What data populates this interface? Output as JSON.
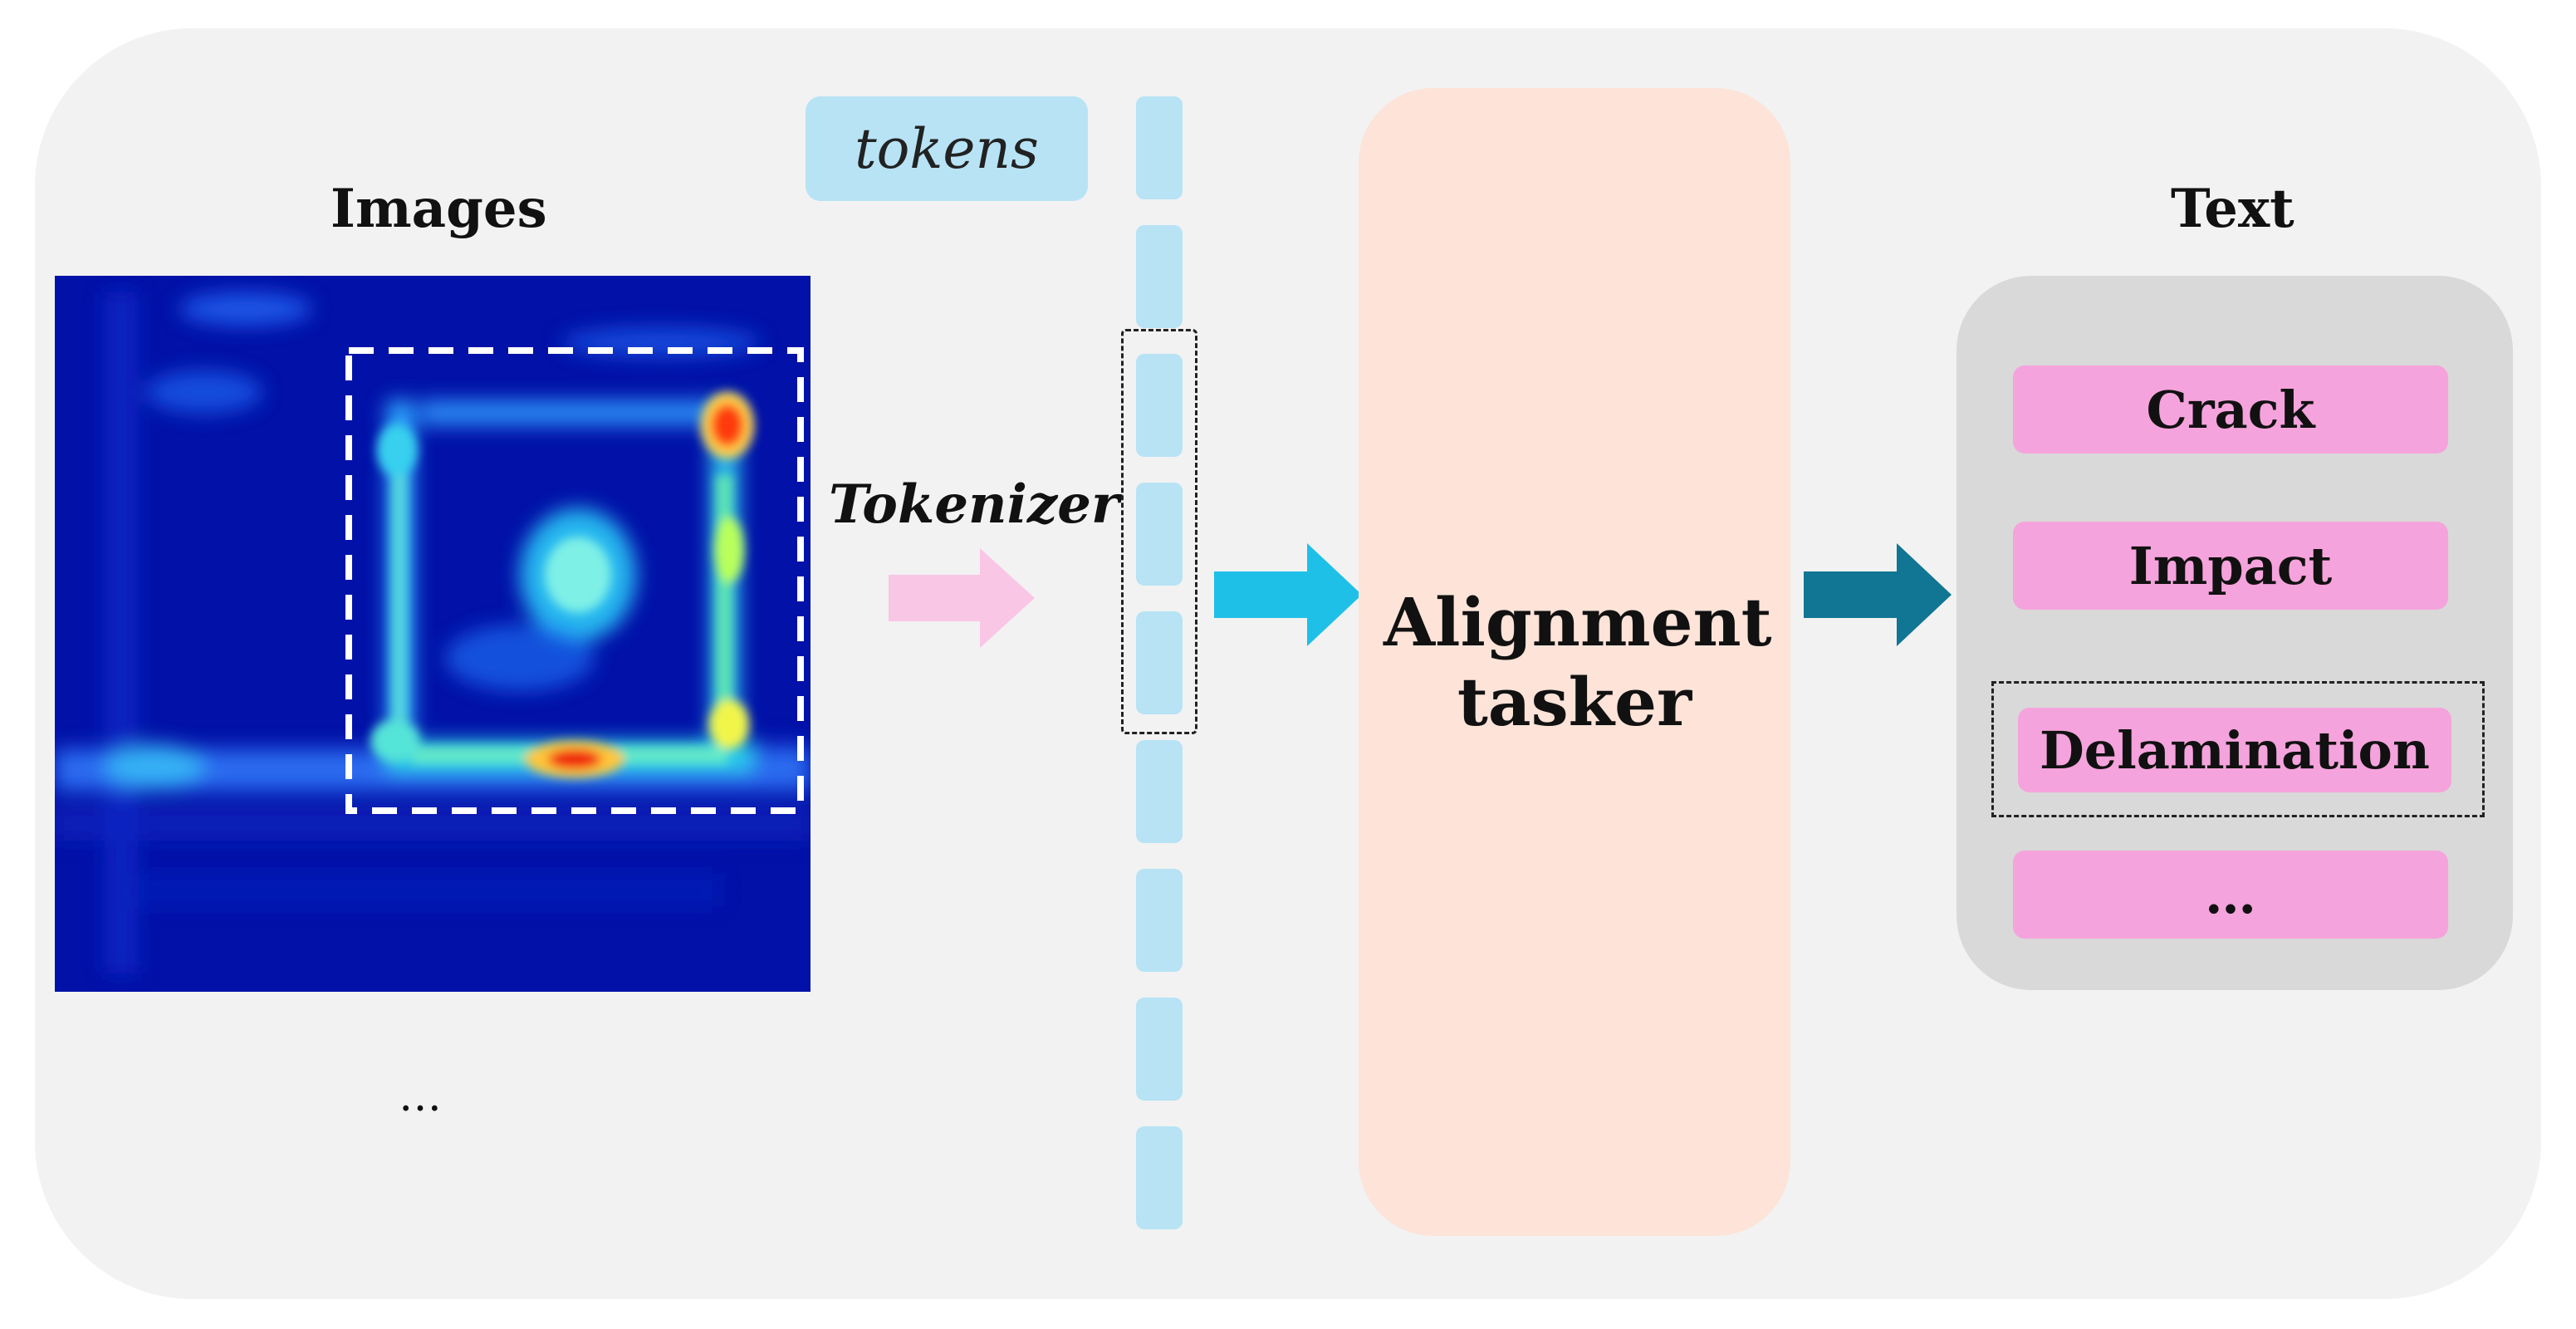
{
  "images": {
    "title": "Images",
    "more": "…"
  },
  "tokenizer": {
    "label": "Tokenizer",
    "tokens_label": "tokens",
    "token_count": 9
  },
  "alignment": {
    "label": "Alignment tasker"
  },
  "text": {
    "title": "Text",
    "items": [
      "Crack",
      "Impact",
      "Delamination",
      "…"
    ],
    "selected_index": 2
  },
  "colors": {
    "panel": "#f2f2f2",
    "token": "#b7e3f5",
    "alignment_block": "#fde3d8",
    "text_panel": "#d9d9d9",
    "label_pill": "#f5a3dc",
    "arrow_tokenizer": "#f9c6e6",
    "arrow_to_alignment": "#1fc0e8",
    "arrow_to_text": "#117594"
  }
}
